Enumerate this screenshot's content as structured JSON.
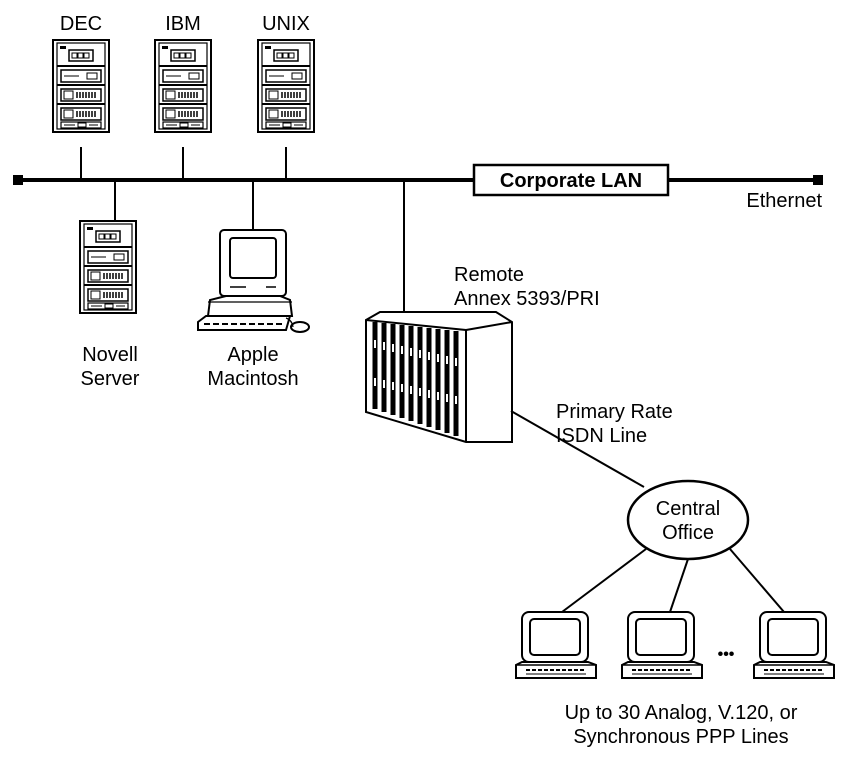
{
  "lan": {
    "label": "Corporate LAN",
    "media": "Ethernet"
  },
  "hosts": [
    {
      "label": "DEC"
    },
    {
      "label": "IBM"
    },
    {
      "label": "UNIX"
    }
  ],
  "novell": {
    "line1": "Novell",
    "line2": "Server"
  },
  "mac": {
    "line1": "Apple",
    "line2": "Macintosh"
  },
  "annex": {
    "line1": "Remote",
    "line2": "Annex 5393/PRI"
  },
  "isdn": {
    "line1": "Primary Rate",
    "line2": "ISDN Line"
  },
  "central_office": {
    "line1": "Central",
    "line2": "Office"
  },
  "remote": {
    "ellipsis": "•••",
    "line1": "Up to 30 Analog, V.120, or",
    "line2": "Synchronous PPP Lines"
  },
  "colors": {
    "ink": "#000000",
    "background": "#ffffff"
  },
  "icons": [
    "server-tower-icon",
    "macintosh-icon",
    "annex-chassis-icon",
    "terminal-icon"
  ]
}
